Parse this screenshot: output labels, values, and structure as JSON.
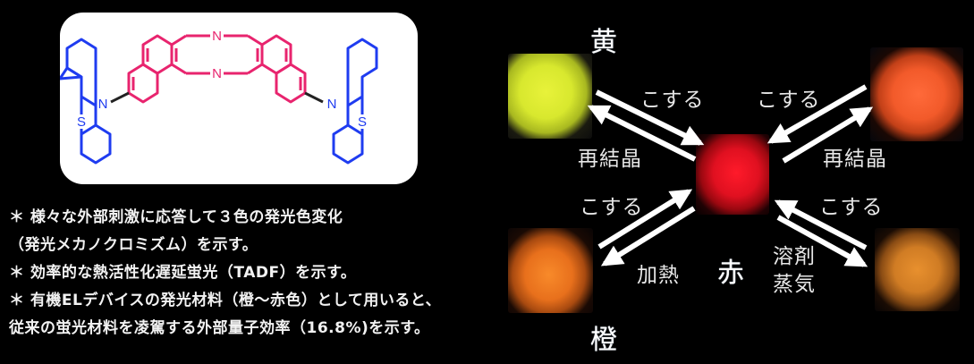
{
  "molecule": {
    "description": "Dibenzophenazine core with two phenothiazine donors",
    "core_color": "#e8246e",
    "donor_color": "#1f3cf0",
    "bond_color": "#222222",
    "atom_labels": {
      "core_n_top": "N",
      "core_n_bottom": "N",
      "left_donor_n": "N",
      "left_donor_s": "S",
      "right_donor_n": "N",
      "right_donor_s": "S"
    }
  },
  "notes": [
    "＊ 様々な外部刺激に応答して３色の発光色変化",
    "（発光メカノクロミズム）を示す。",
    "＊ 効率的な熱活性化遅延蛍光（TADF）を示す。",
    "＊ 有機ELデバイスの発光材料（橙～赤色）として用いると、",
    "従来の蛍光材料を凌駕する外部量子効率（16.8%)を示す。"
  ],
  "diagram": {
    "states": {
      "yellow": {
        "label": "黄",
        "color": "#e0ee34"
      },
      "red": {
        "label": "赤",
        "color": "#f01424"
      },
      "orange": {
        "label": "橙",
        "color": "#f07a24"
      },
      "orange_top_right": {
        "color": "#f2602e"
      },
      "amber_bottom_right": {
        "color": "#d8852a"
      }
    },
    "transitions": {
      "yellow_to_red": "こする",
      "red_to_yellow": "再結晶",
      "orange_tr_to_red": "こする",
      "red_to_orange_tr": "再結晶",
      "orange_to_red": "こする",
      "red_to_orange": "加熱",
      "amber_to_red": "こする",
      "red_to_amber_line1": "溶剤",
      "red_to_amber_line2": "蒸気"
    }
  }
}
